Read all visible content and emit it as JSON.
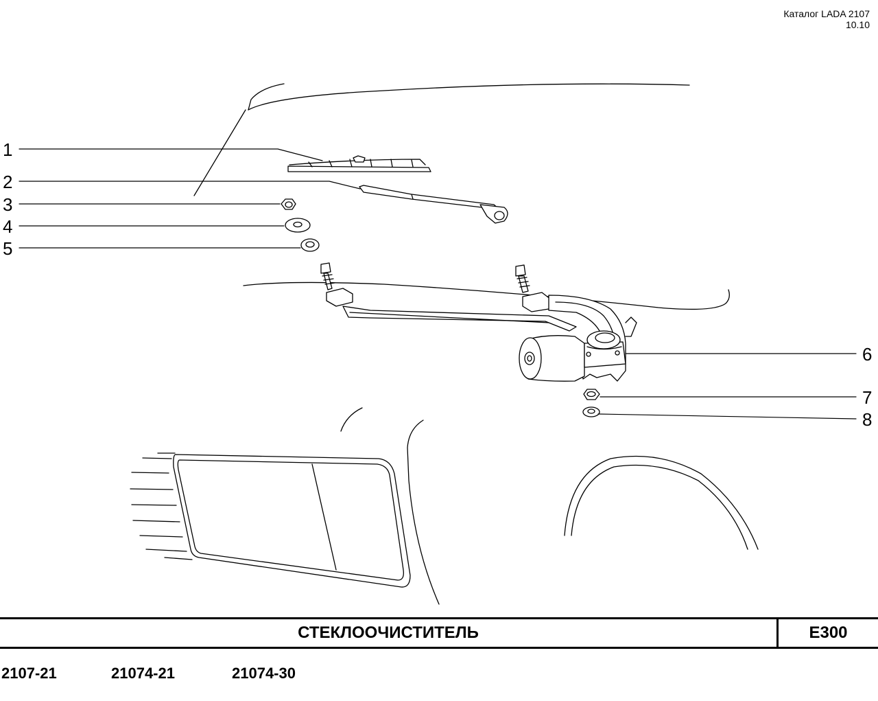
{
  "header": {
    "catalog": "Каталог LADA 2107",
    "date": "10.10"
  },
  "callouts": [
    "1",
    "2",
    "3",
    "4",
    "5",
    "6",
    "7",
    "8"
  ],
  "title": "СТЕКЛООЧИСТИТЕЛЬ",
  "code": "E300",
  "models": [
    "2107-21",
    "21074-21",
    "21074-30"
  ]
}
